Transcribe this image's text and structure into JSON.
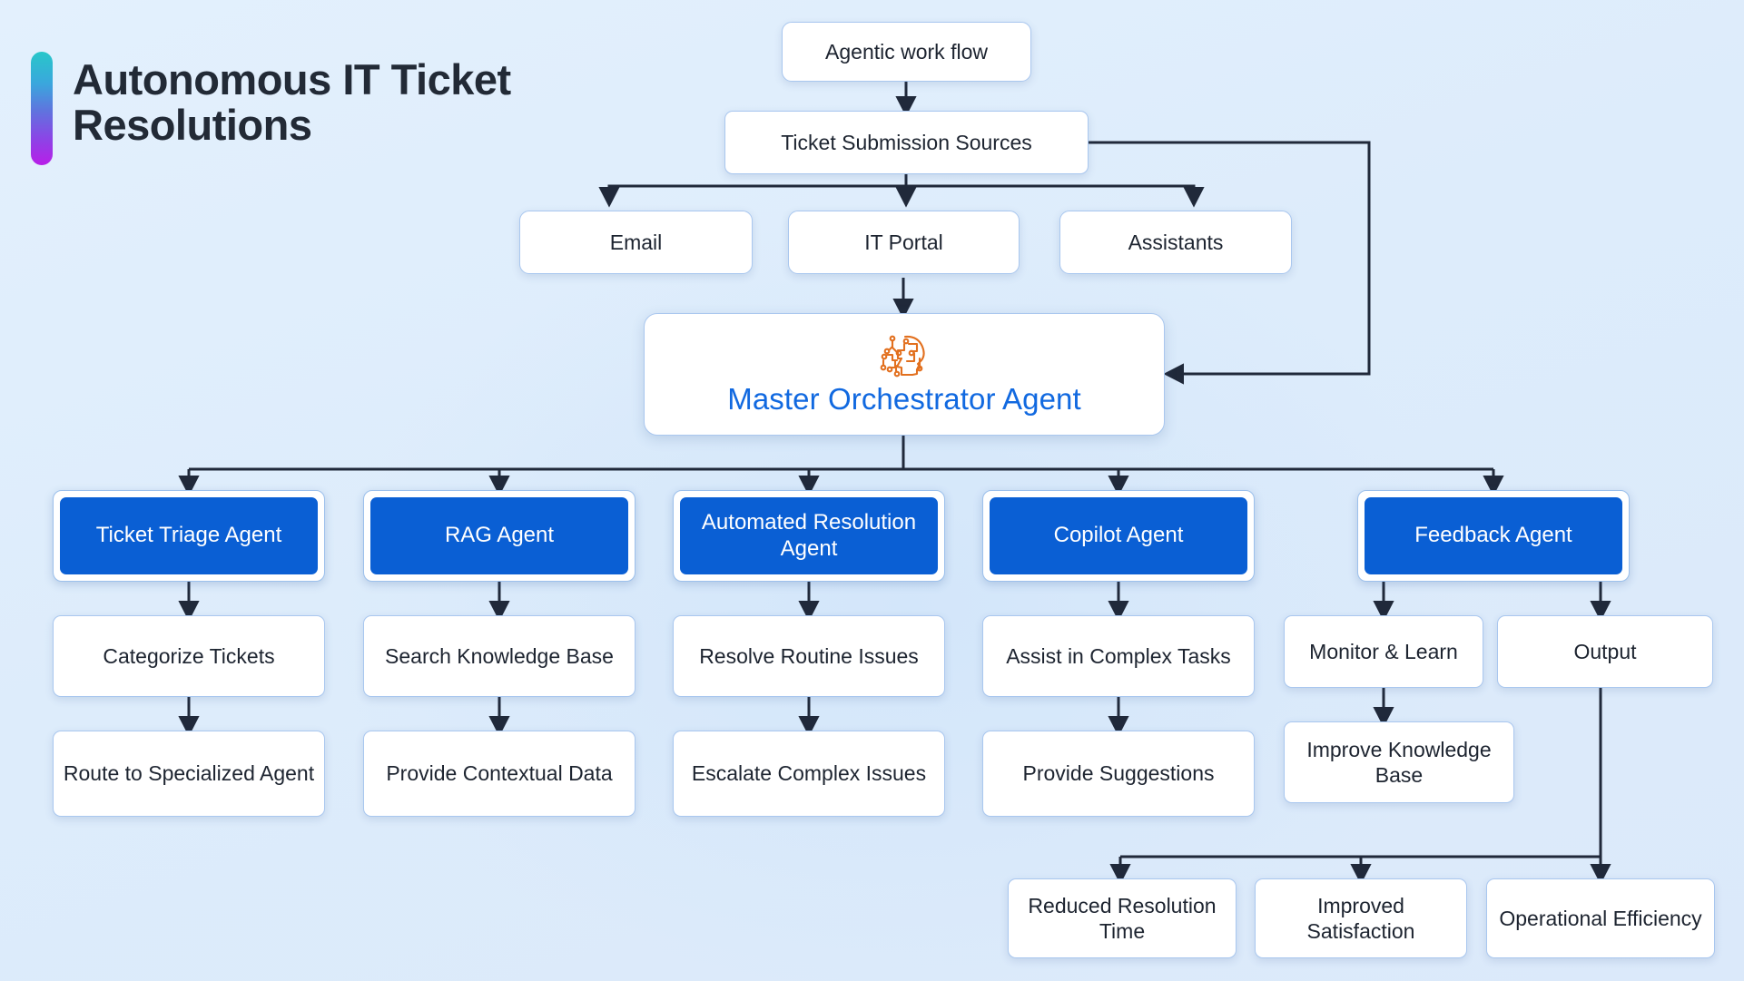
{
  "title": "Autonomous IT Ticket Resolutions",
  "colors": {
    "background": "#deedfb",
    "agent_blue": "#0a5fd4",
    "master_text_blue": "#1169e0",
    "icon_orange": "#e2701f",
    "node_border": "#a9c7ef",
    "connector": "#20293a",
    "accent_start": "#28c7c9",
    "accent_end": "#b81ee8"
  },
  "flow": {
    "root": "Agentic work flow",
    "sources_node": "Ticket Submission Sources",
    "sources": [
      "Email",
      "IT Portal",
      "Assistants"
    ],
    "master": {
      "label": "Master Orchestrator Agent",
      "icon": "ai-brain-head-icon"
    },
    "agents": [
      {
        "name": "Ticket Triage Agent",
        "steps": [
          "Categorize Tickets",
          "Route to Specialized Agent"
        ]
      },
      {
        "name": "RAG Agent",
        "steps": [
          "Search Knowledge Base",
          "Provide Contextual Data"
        ]
      },
      {
        "name": "Automated Resolution Agent",
        "steps": [
          "Resolve Routine Issues",
          "Escalate Complex Issues"
        ]
      },
      {
        "name": "Copilot Agent",
        "steps": [
          "Assist in Complex Tasks",
          "Provide Suggestions"
        ]
      },
      {
        "name": "Feedback Agent",
        "steps": [
          "Monitor & Learn",
          "Improve Knowledge Base"
        ]
      }
    ],
    "output_node": "Output",
    "outcomes": [
      "Reduced Resolution Time",
      "Improved Satisfaction",
      "Operational Efficiency"
    ]
  }
}
